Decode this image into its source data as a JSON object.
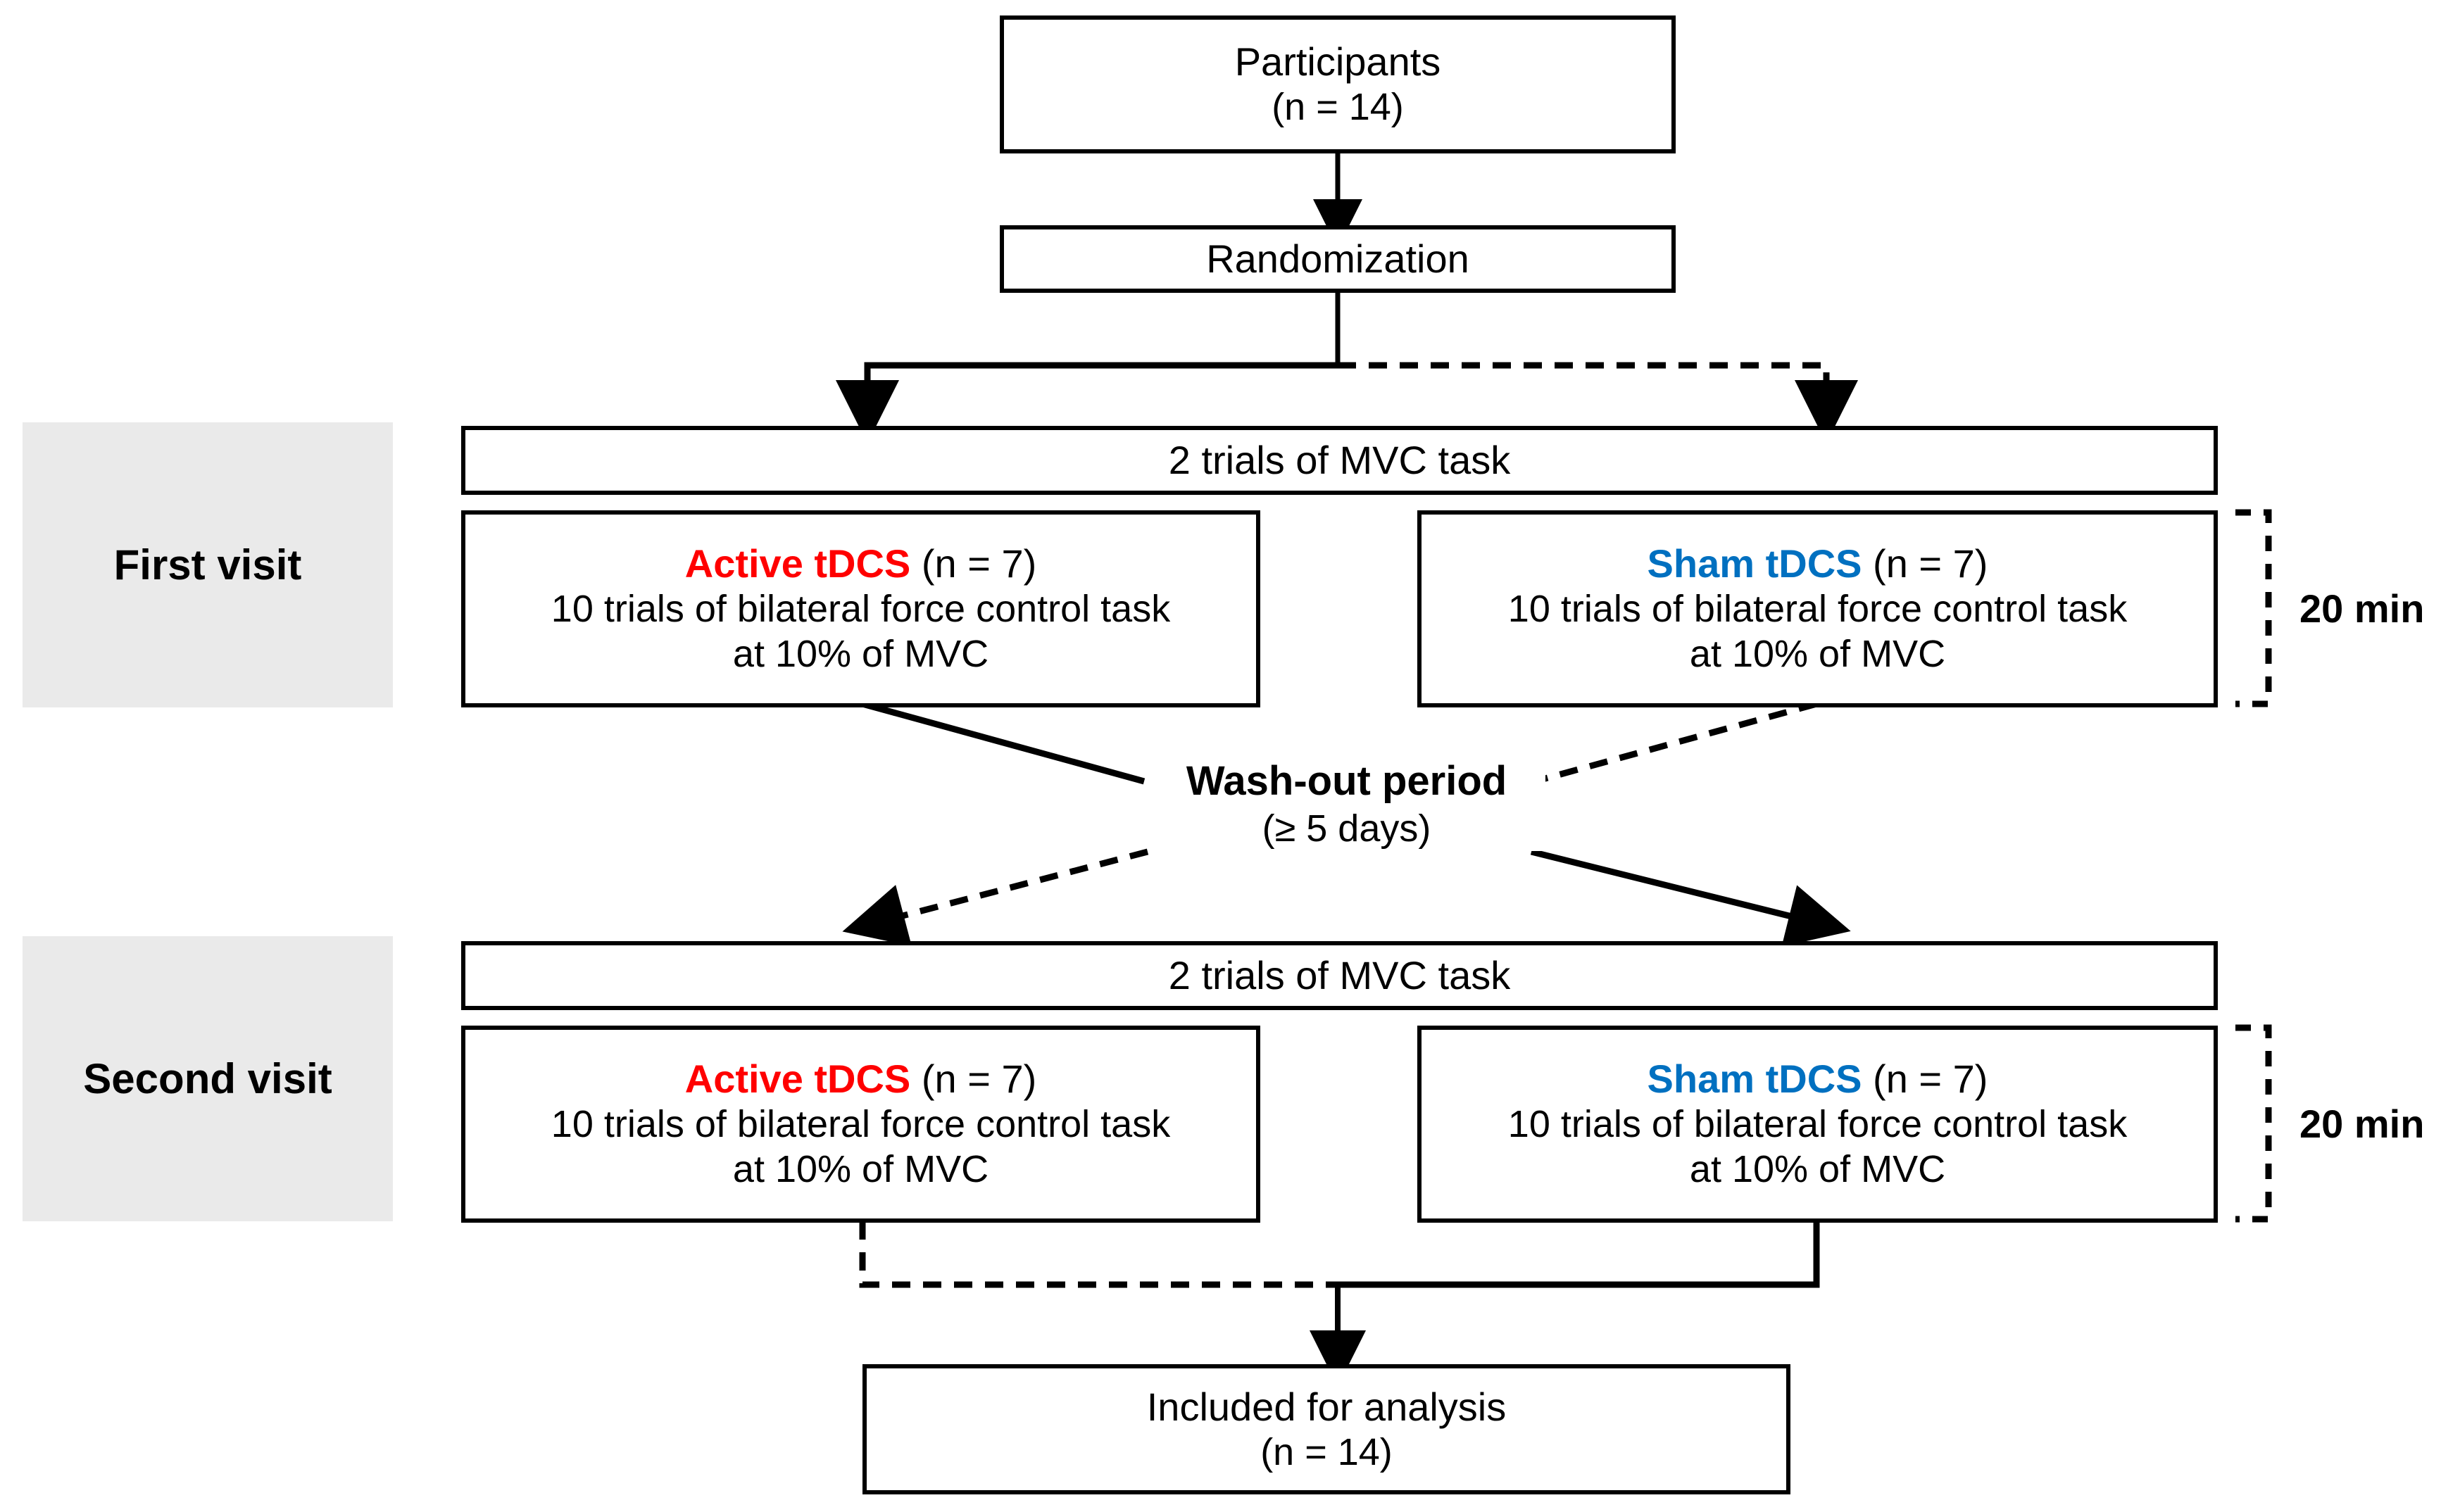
{
  "diagram": {
    "title": "Study flow chart (tDCS crossover design)",
    "colors": {
      "active": "#FF0000",
      "sham": "#0070C0",
      "stroke": "#000000",
      "visit_tag_bg": "#EAEAEA"
    },
    "nodes": {
      "participants": {
        "line1": "Participants",
        "line2": "(n = 14)"
      },
      "randomization": {
        "line1": "Randomization"
      },
      "mvc_first": {
        "line1": "2 trials of MVC task"
      },
      "mvc_second": {
        "line1": "2 trials of MVC task"
      },
      "active_first": {
        "group": "Active tDCS",
        "n": "(n = 7)",
        "line2": "10 trials of bilateral force control task",
        "line3": "at 10% of MVC"
      },
      "sham_first": {
        "group": "Sham tDCS",
        "n": "(n = 7)",
        "line2": "10 trials of bilateral force control task",
        "line3": "at 10% of MVC"
      },
      "active_second": {
        "group": "Active tDCS",
        "n": "(n = 7)",
        "line2": "10 trials of bilateral force control task",
        "line3": "at 10% of MVC"
      },
      "sham_second": {
        "group": "Sham tDCS",
        "n": "(n = 7)",
        "line2": "10 trials of bilateral force control task",
        "line3": "at 10% of MVC"
      },
      "analysis": {
        "line1": "Included for analysis",
        "line2": "(n = 14)"
      }
    },
    "visit_tags": {
      "first": "First visit",
      "second": "Second visit"
    },
    "washout": {
      "title": "Wash-out period",
      "detail": "(≥ 5 days)"
    },
    "durations": {
      "first_visit": "20 min",
      "second_visit": "20 min"
    }
  }
}
